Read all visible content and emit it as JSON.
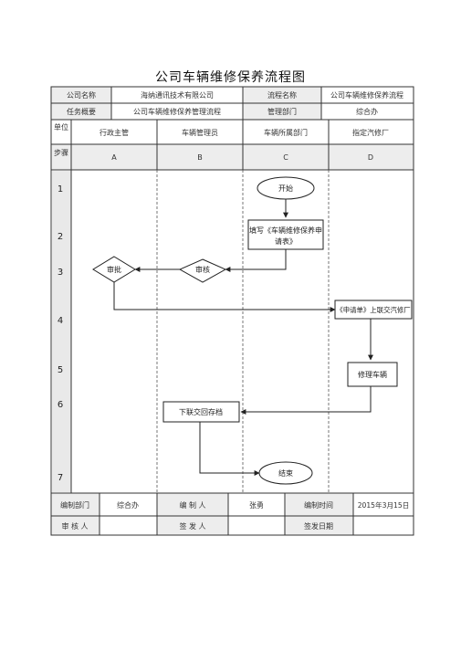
{
  "title": "公司车辆维修保养流程图",
  "info": {
    "company_label": "公司名称",
    "company_value": "海纳通讯技术有限公司",
    "process_label": "流程名称",
    "process_value": "公司车辆维修保养流程",
    "task_label": "任务概要",
    "task_value": "公司车辆维修保养管理流程",
    "dept_label": "管理部门",
    "dept_value": "综合办"
  },
  "lanes": {
    "unit_label": "单位",
    "step_label": "步骤",
    "columns": [
      {
        "name": "行政主管",
        "letter": "A"
      },
      {
        "name": "车辆管理员",
        "letter": "B"
      },
      {
        "name": "车辆所属部门",
        "letter": "C"
      },
      {
        "name": "指定汽修厂",
        "letter": "D"
      }
    ]
  },
  "steps": [
    "1",
    "2",
    "3",
    "4",
    "5",
    "6",
    "7"
  ],
  "nodes": {
    "start": "开始",
    "fill_line1": "填写《车辆维修保养申",
    "fill_line2": "请表》",
    "review": "审核",
    "approve": "审批",
    "submit": "《申请单》上联交汽修厂",
    "repair": "修理车辆",
    "archive": "下联交回存档",
    "end": "结束"
  },
  "footer": {
    "prepared_dept_label": "编制部门",
    "prepared_dept_value": "综合办",
    "preparer_label": "编 制 人",
    "preparer_value": "张勇",
    "prepared_date_label": "编制时间",
    "prepared_date_value": "2015年3月15日",
    "reviewer_label": "审 核 人",
    "reviewer_value": "",
    "issuer_label": "签 发 人",
    "issuer_value": "",
    "issue_date_label": "签发日期",
    "issue_date_value": ""
  },
  "colors": {
    "line": "#333333",
    "header_fill": "#ededed",
    "lane_divider": "#555555"
  }
}
